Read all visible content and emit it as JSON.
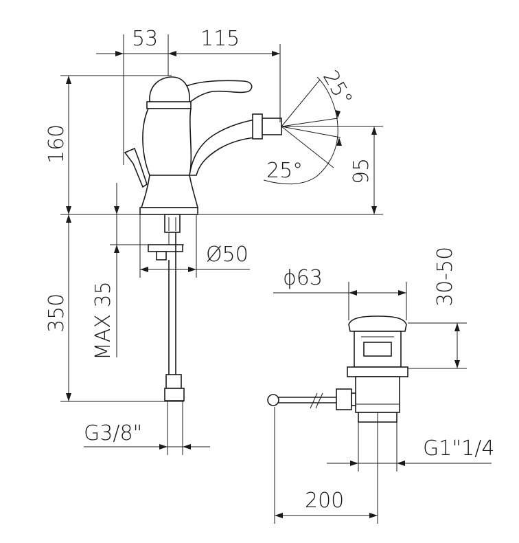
{
  "drawing": {
    "type": "technical-drawing",
    "subject": "bidet mixer tap with pop-up waste",
    "line_color": "#1a1a1a",
    "background": "#ffffff",
    "dimensions": {
      "top_offset": "53",
      "top_reach": "115",
      "height": "160",
      "spray_height": "95",
      "angle_up": "25°",
      "angle_down": "25°",
      "shank_length": "350",
      "max_thickness": "MAX 35",
      "base_diameter": "Ø50",
      "waste_diameter": "ϕ63",
      "waste_adjust": "30-50",
      "connection": "G3/8\"",
      "waste_thread": "G1\"1/4",
      "rod_length": "200"
    }
  }
}
